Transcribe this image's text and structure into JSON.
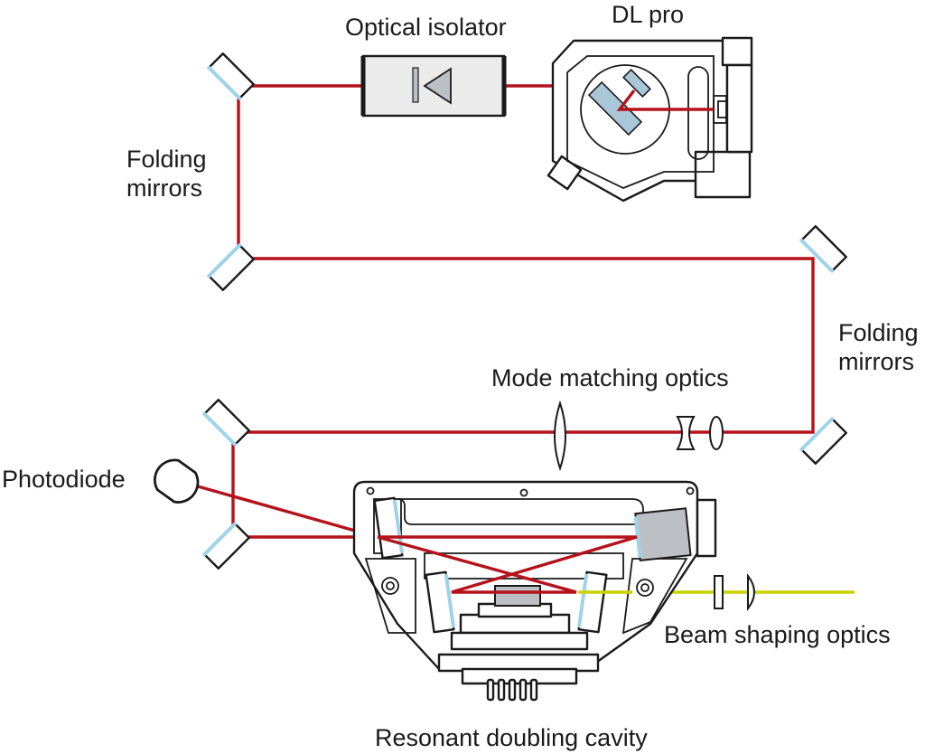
{
  "labels": {
    "optical_isolator": "Optical isolator",
    "dl_pro": "DL pro",
    "folding_mirrors_left": "Folding\nmirrors",
    "folding_mirrors_right": "Folding\nmirrors",
    "mode_matching_optics": "Mode matching optics",
    "photodiode": "Photodiode",
    "beam_shaping_optics": "Beam shaping optics",
    "resonant_doubling_cavity": "Resonant doubling cavity"
  },
  "colors": {
    "fundamental_beam": "#b5121b",
    "second_harmonic_beam": "#c8d400",
    "mirror_coating": "#9fd3ea",
    "optic_body": "#bcc0c4"
  }
}
